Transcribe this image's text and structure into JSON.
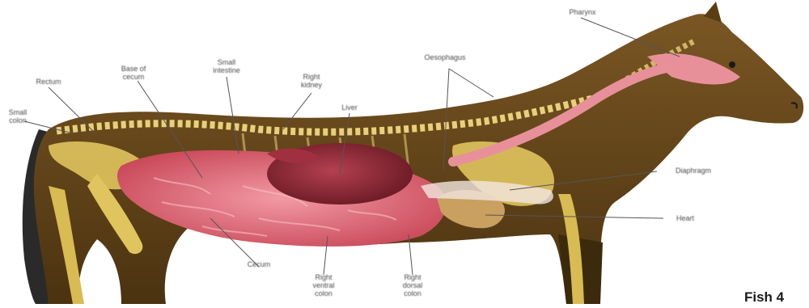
{
  "colors": {
    "coat": "#6b4a1c",
    "coat_dark": "#3b2a0c",
    "bone": "#e8d07a",
    "organ": "#e87a86",
    "organ_dark": "#b83a4a",
    "liver": "#8e2a38",
    "background": "#ffffff"
  },
  "labels": {
    "rectum": "Rectum",
    "small_colon": "Small\ncolon",
    "base_of_cecum": "Base of\ncecum",
    "small_intestine": "Small\nintestine",
    "right_kidney": "Right\nkidney",
    "liver": "Liver",
    "esophagus": "Oesophagus",
    "pharynx": "Pharynx",
    "diaphragm": "Diaphragm",
    "heart": "Heart",
    "cecum": "Cecum",
    "right_ventral_colon": "Right\nventral\ncolon",
    "right_dorsal_colon": "Right\ndorsal\ncolon"
  },
  "corner_text": "Fish 4"
}
